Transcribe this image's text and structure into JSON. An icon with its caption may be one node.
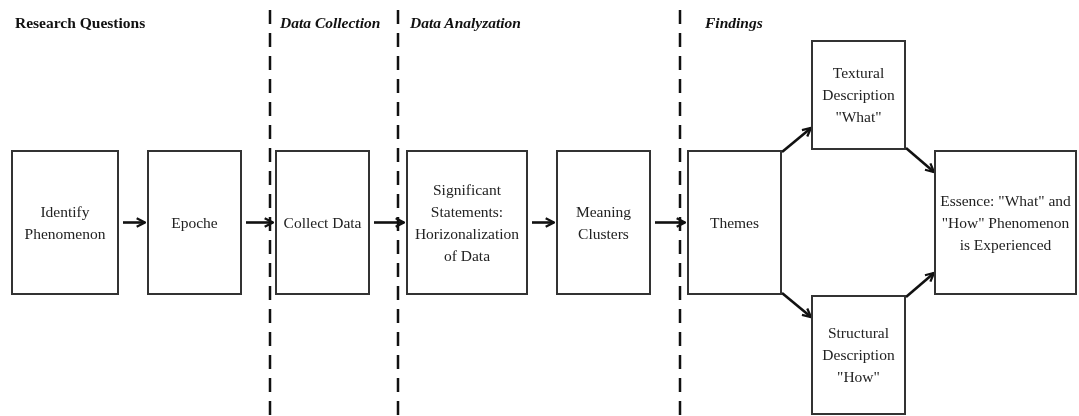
{
  "diagram": {
    "nodes": [
      {
        "text": [
          "Identify Phenomenon"
        ]
      },
      {
        "text": [
          "Epoche"
        ]
      },
      {
        "text": [
          "Collect Data"
        ]
      },
      {
        "text": [
          "Significant Statements: Horizonalization of Data"
        ]
      },
      {
        "text": [
          "Meaning Clusters"
        ]
      },
      {
        "text": [
          "Themes"
        ]
      },
      {
        "text": [
          "Textural Description \"What\""
        ]
      },
      {
        "text": [
          "Structural Description \"How\""
        ]
      },
      {
        "text": [
          "Essence: \"What\" and \"How\" Phenomenon is Experienced"
        ]
      }
    ],
    "edges": [
      {
        "from": 0,
        "to": 1,
        "arrow": "to"
      },
      {
        "from": 1,
        "to": 2,
        "arrow": "to"
      },
      {
        "from": 2,
        "to": 3,
        "arrow": "to"
      },
      {
        "from": 3,
        "to": 4,
        "arrow": "to"
      },
      {
        "from": 4,
        "to": 5,
        "arrow": "to"
      },
      {
        "from": 5,
        "to": 6,
        "arrow": "to"
      },
      {
        "from": 5,
        "to": 7,
        "arrow": "to"
      },
      {
        "from": 6,
        "to": 8,
        "arrow": "to"
      },
      {
        "from": 7,
        "to": 8,
        "arrow": "to"
      }
    ],
    "labels": [
      "Research Questions",
      "Data Collection",
      "Data Analyzation",
      "Findings"
    ]
  }
}
